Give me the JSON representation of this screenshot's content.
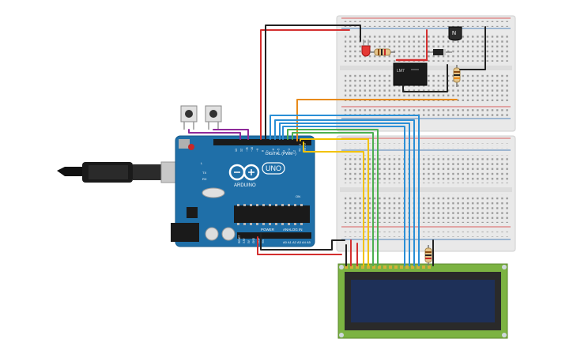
{
  "arduino": {
    "brand": "ARDUINO",
    "model": "UNO",
    "header_digital": "DIGITAL (PWM~)",
    "header_power": "POWER",
    "header_analog": "ANALOG IN",
    "label_L": "L",
    "label_TX": "TX",
    "label_RX": "RX",
    "label_on": "ON",
    "label_ioref": "IOREF",
    "label_aref": "AREF",
    "digital_pins": [
      "13",
      "12",
      "~11",
      "~10",
      "~9",
      "8",
      "7",
      "~6",
      "~5",
      "4",
      "~3",
      "2",
      "TX→1",
      "RX←0"
    ],
    "analog_pins": [
      "A0",
      "A1",
      "A2",
      "A3",
      "A4",
      "A5"
    ],
    "power_pins": [
      "RESET",
      "3.3V",
      "5V",
      "GND",
      "GND",
      "Vin"
    ]
  },
  "relay": {
    "label": "LM7"
  },
  "transistor": {
    "label": "N"
  },
  "lcd": {
    "pin_count": 16
  },
  "colors": {
    "breadboard": "#e8e8e8",
    "arduino_blue": "#1f6fa8",
    "lcd_green": "#7cb342",
    "lcd_screen": "#1e3058",
    "wire_red": "#d32f2f",
    "wire_black": "#222222",
    "wire_blue": "#2a8fd6",
    "wire_green": "#4caf50",
    "wire_yellow": "#f2c200",
    "wire_orange": "#e88a1a",
    "wire_purple": "#8e2a9a"
  }
}
